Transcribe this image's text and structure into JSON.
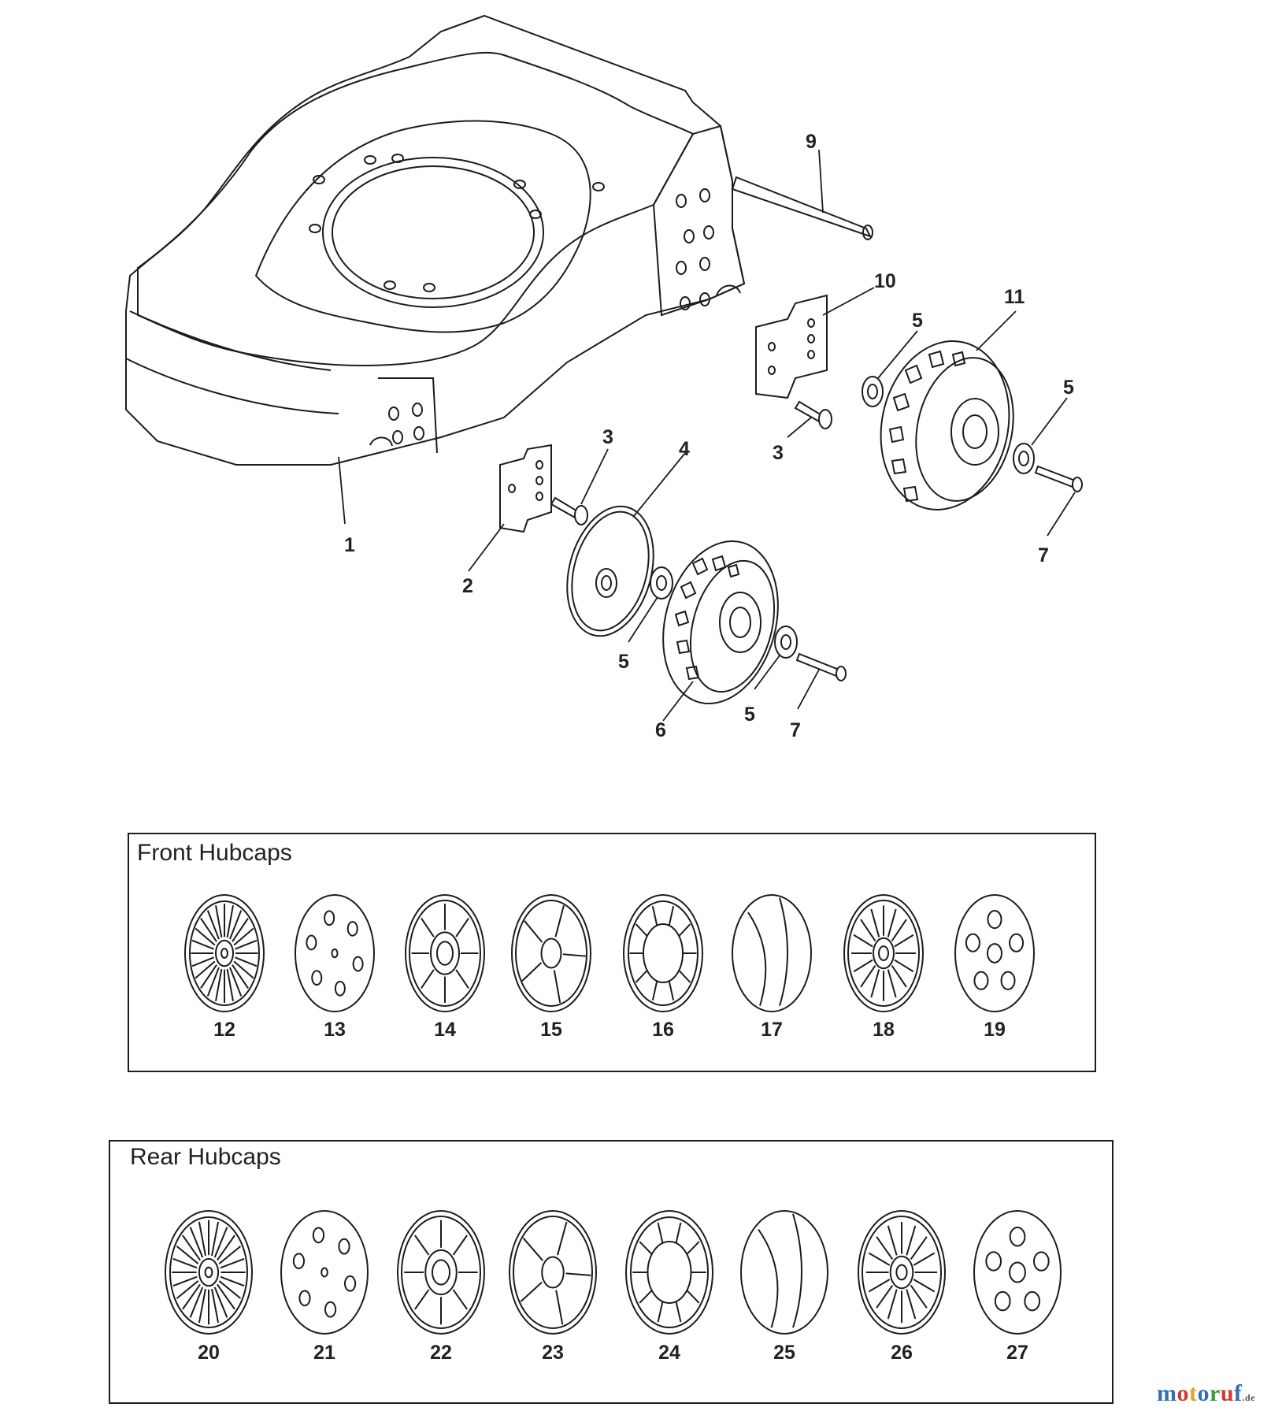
{
  "callouts": [
    "1",
    "2",
    "3",
    "3",
    "4",
    "5",
    "5",
    "5",
    "5",
    "6",
    "7",
    "7",
    "9",
    "10",
    "11"
  ],
  "front_panel": {
    "title": "Front Hubcaps",
    "items": [
      "12",
      "13",
      "14",
      "15",
      "16",
      "17",
      "18",
      "19"
    ]
  },
  "rear_panel": {
    "title": "Rear Hubcaps",
    "items": [
      "20",
      "21",
      "22",
      "23",
      "24",
      "25",
      "26",
      "27"
    ]
  },
  "watermark": {
    "text": "motoruf",
    "tld": ".de",
    "colors": [
      "#2f6fb5",
      "#d43a2f",
      "#e3a21a",
      "#2f6fb5",
      "#3a9a3a",
      "#d43a2f",
      "#2f6fb5"
    ]
  }
}
